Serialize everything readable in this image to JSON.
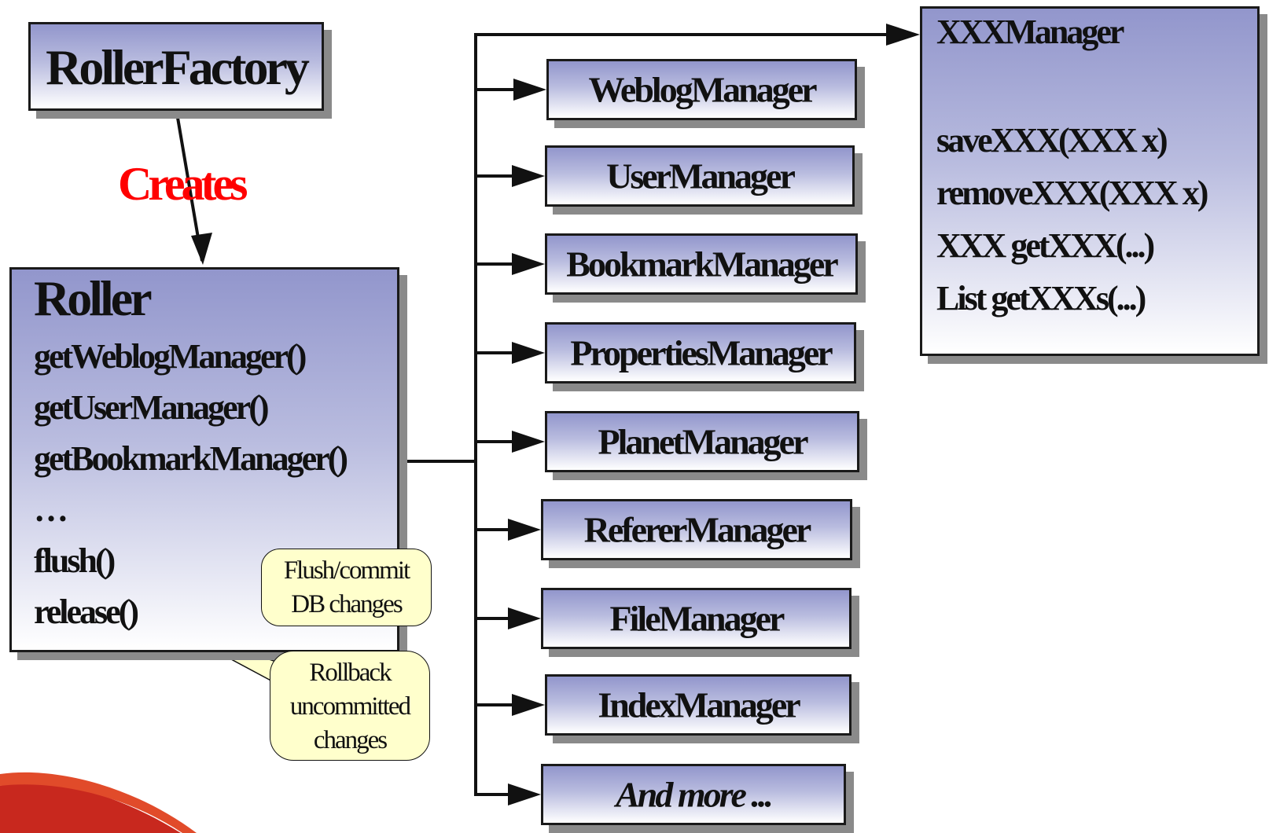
{
  "factory": {
    "title": "RollerFactory"
  },
  "creates_label": "Creates",
  "roller": {
    "title": "Roller",
    "methods": [
      "getWeblogManager()",
      "getUserManager()",
      "getBookmarkManager()",
      "…",
      "flush()",
      "release()"
    ]
  },
  "managers": [
    "WeblogManager",
    "UserManager",
    "BookmarkManager",
    "PropertiesManager",
    "PlanetManager",
    "RefererManager",
    "FileManager",
    "IndexManager",
    "And more ..."
  ],
  "xxx_manager": {
    "title": "XXXManager",
    "methods": [
      "saveXXX(XXX x)",
      "removeXXX(XXX x)",
      "XXX getXXX(...)",
      "List getXXXs(...)"
    ]
  },
  "callouts": {
    "flush": [
      "Flush/commit",
      "DB changes"
    ],
    "release": [
      "Rollback",
      "uncommitted",
      "changes"
    ]
  },
  "colors": {
    "creates": "#ff0000",
    "box_top": "#9296cc",
    "callout_fill": "#ffffcc"
  }
}
